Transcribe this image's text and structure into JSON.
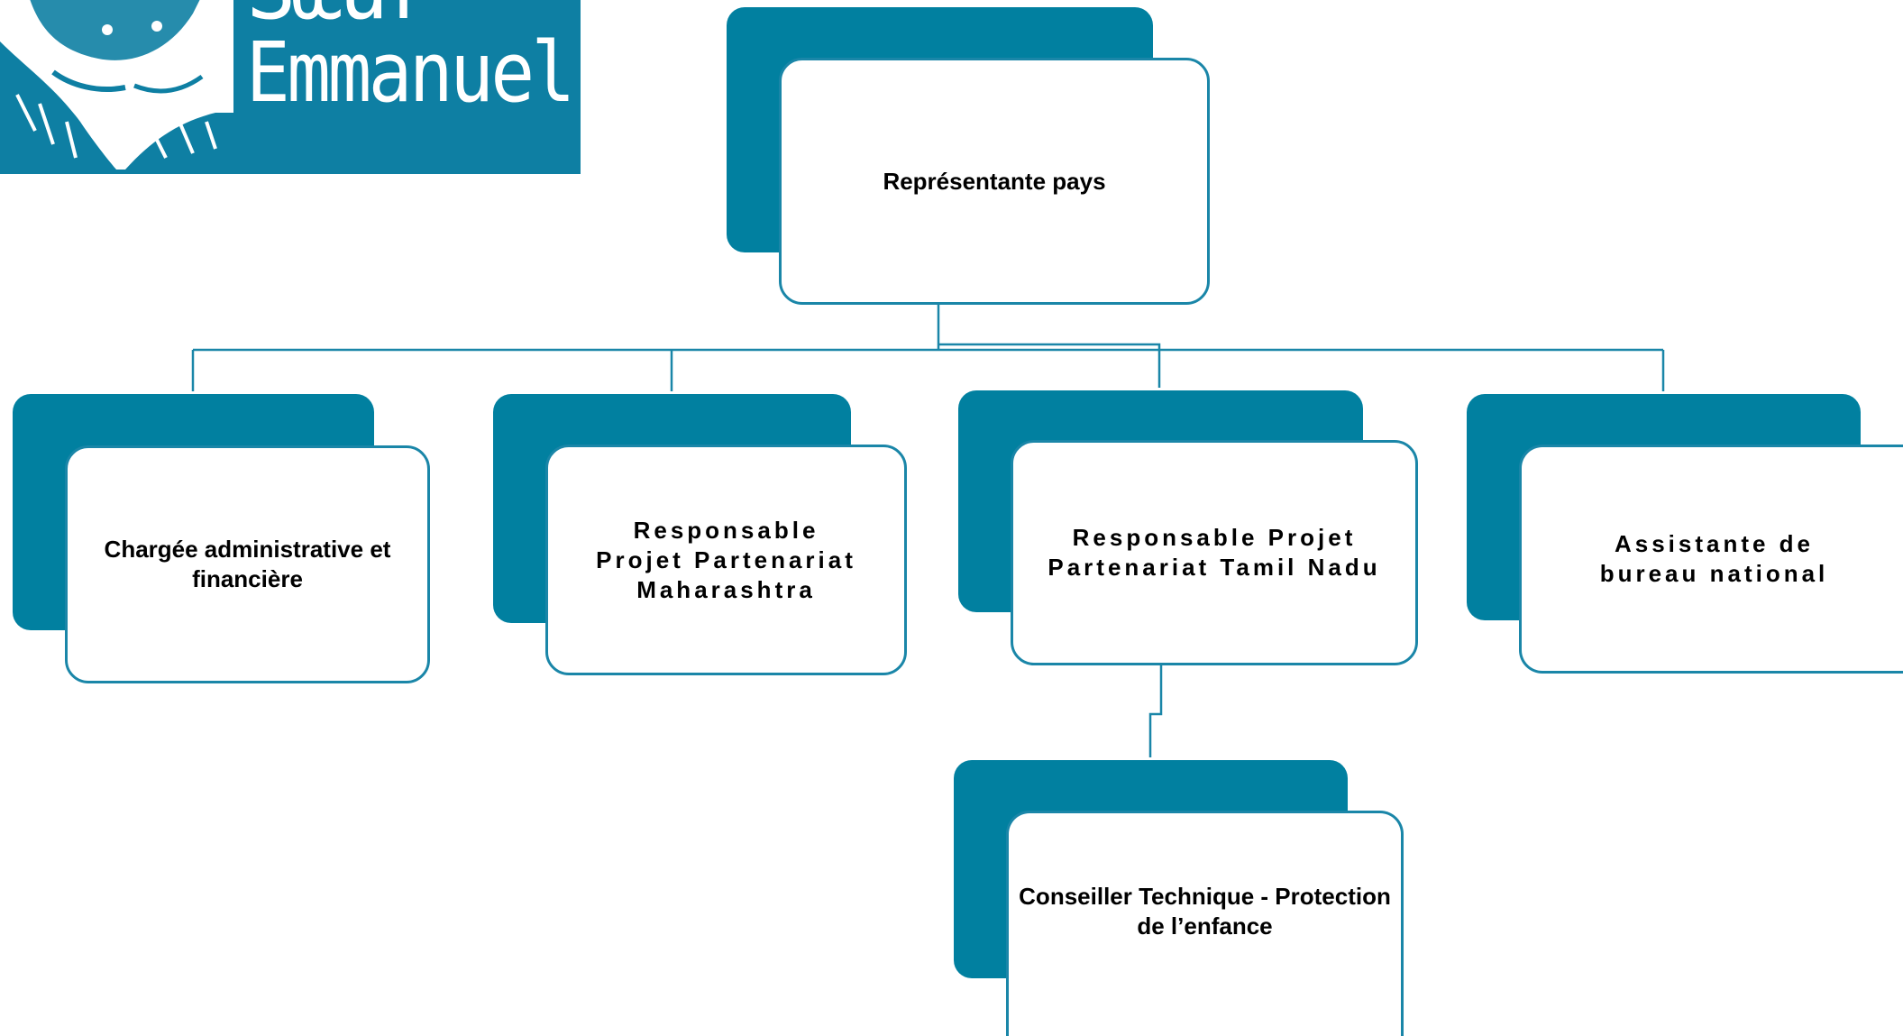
{
  "logo": {
    "line1": "Sœur",
    "line2": "Emmanuelle",
    "icon": "portrait-illustration"
  },
  "colors": {
    "brand_teal": "#0180a0",
    "node_border": "#1a86a8",
    "connector": "#1a86a8",
    "text": "#000000"
  },
  "org_chart": {
    "root": {
      "label": "Représentante pays"
    },
    "level1": [
      {
        "label": "Chargée administrative et financière"
      },
      {
        "label": "Responsable Projet Partenariat Maharashtra"
      },
      {
        "label": "Responsable Projet Partenariat Tamil Nadu"
      },
      {
        "label": "Assistante de bureau national"
      }
    ],
    "level2": [
      {
        "label": "Conseiller Technique - Protection de l’enfance",
        "parent": "Responsable Projet Partenariat Tamil Nadu"
      }
    ]
  }
}
